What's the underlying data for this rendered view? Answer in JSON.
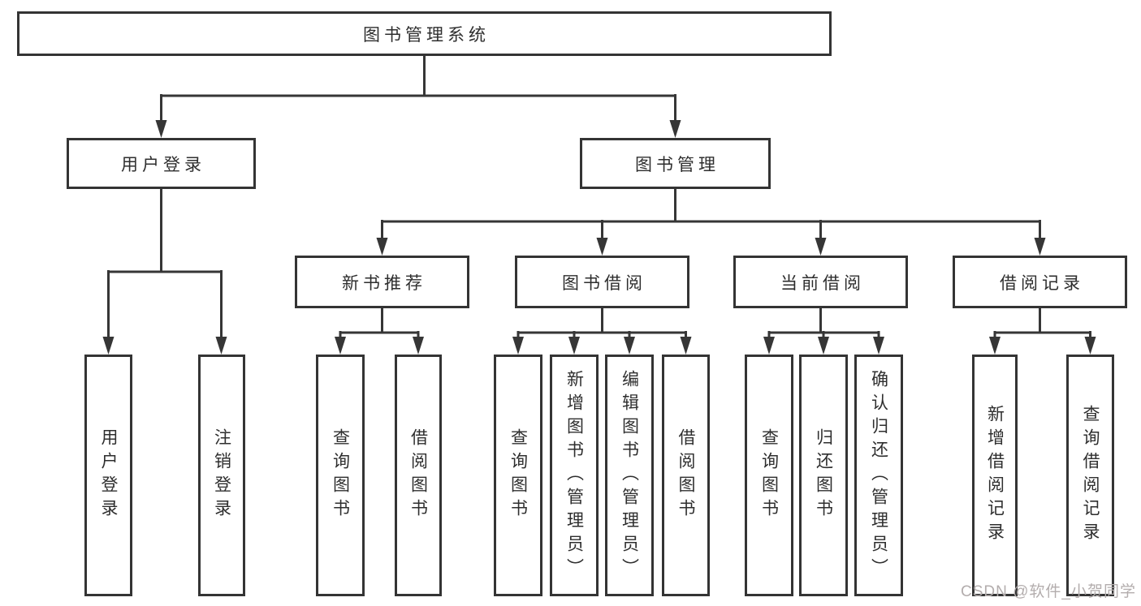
{
  "diagram": {
    "type": "tree",
    "root": {
      "label": "图书管理系统",
      "children": [
        {
          "label": "用户登录",
          "children": [
            {
              "label": "用户登录"
            },
            {
              "label": "注销登录"
            }
          ]
        },
        {
          "label": "图书管理",
          "children": [
            {
              "label": "新书推荐",
              "children": [
                {
                  "label": "查询图书"
                },
                {
                  "label": "借阅图书"
                }
              ]
            },
            {
              "label": "图书借阅",
              "children": [
                {
                  "label": "查询图书"
                },
                {
                  "label": "新增图书（管理员）"
                },
                {
                  "label": "编辑图书（管理员）"
                },
                {
                  "label": "借阅图书"
                }
              ]
            },
            {
              "label": "当前借阅",
              "children": [
                {
                  "label": "查询图书"
                },
                {
                  "label": "归还图书"
                },
                {
                  "label": "确认归还（管理员）"
                }
              ]
            },
            {
              "label": "借阅记录",
              "children": [
                {
                  "label": "新增借阅记录"
                },
                {
                  "label": "查询借阅记录"
                }
              ]
            }
          ]
        }
      ]
    }
  },
  "watermark": {
    "text": "CSDN @软件_小贺同学"
  },
  "colors": {
    "line": "#363636",
    "box_border": "#343434",
    "text": "#2e2e2e",
    "watermark": "#b3adad",
    "background": "#ffffff"
  }
}
